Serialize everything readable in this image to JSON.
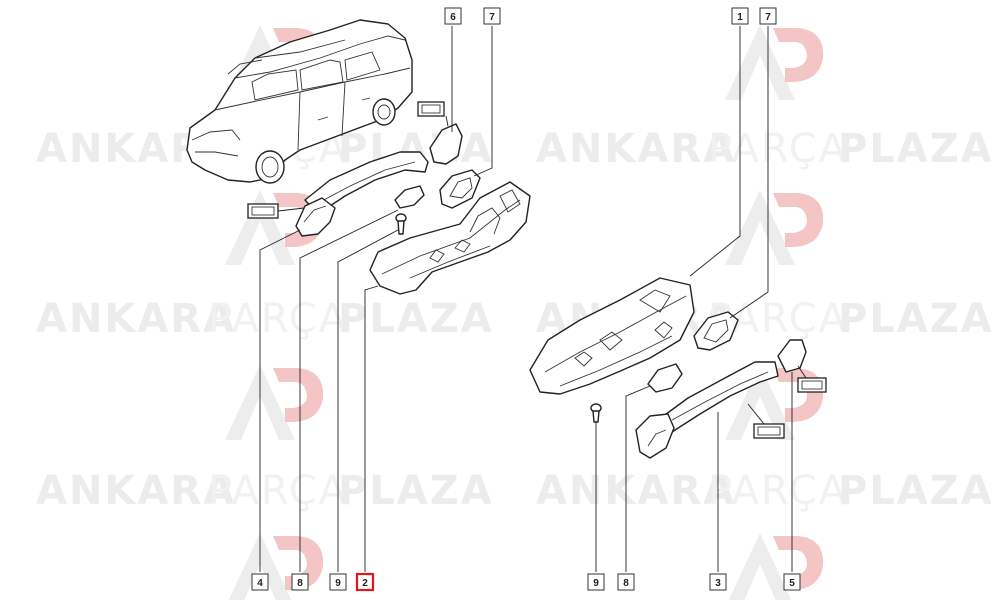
{
  "watermark": {
    "text_bold_1": "ANKARA",
    "text_light": "PARÇA",
    "text_bold_2": "PLAZA",
    "logo_color": "#f3c5c5"
  },
  "diagram": {
    "highlight_color": "#e0161b",
    "callouts": [
      {
        "label": "6",
        "highlighted": false
      },
      {
        "label": "7",
        "highlighted": false
      },
      {
        "label": "1",
        "highlighted": false
      },
      {
        "label": "7",
        "highlighted": false
      },
      {
        "label": "4",
        "highlighted": false
      },
      {
        "label": "8",
        "highlighted": false
      },
      {
        "label": "9",
        "highlighted": false
      },
      {
        "label": "2",
        "highlighted": true
      },
      {
        "label": "9",
        "highlighted": false
      },
      {
        "label": "8",
        "highlighted": false
      },
      {
        "label": "3",
        "highlighted": false
      },
      {
        "label": "5",
        "highlighted": false
      }
    ]
  }
}
